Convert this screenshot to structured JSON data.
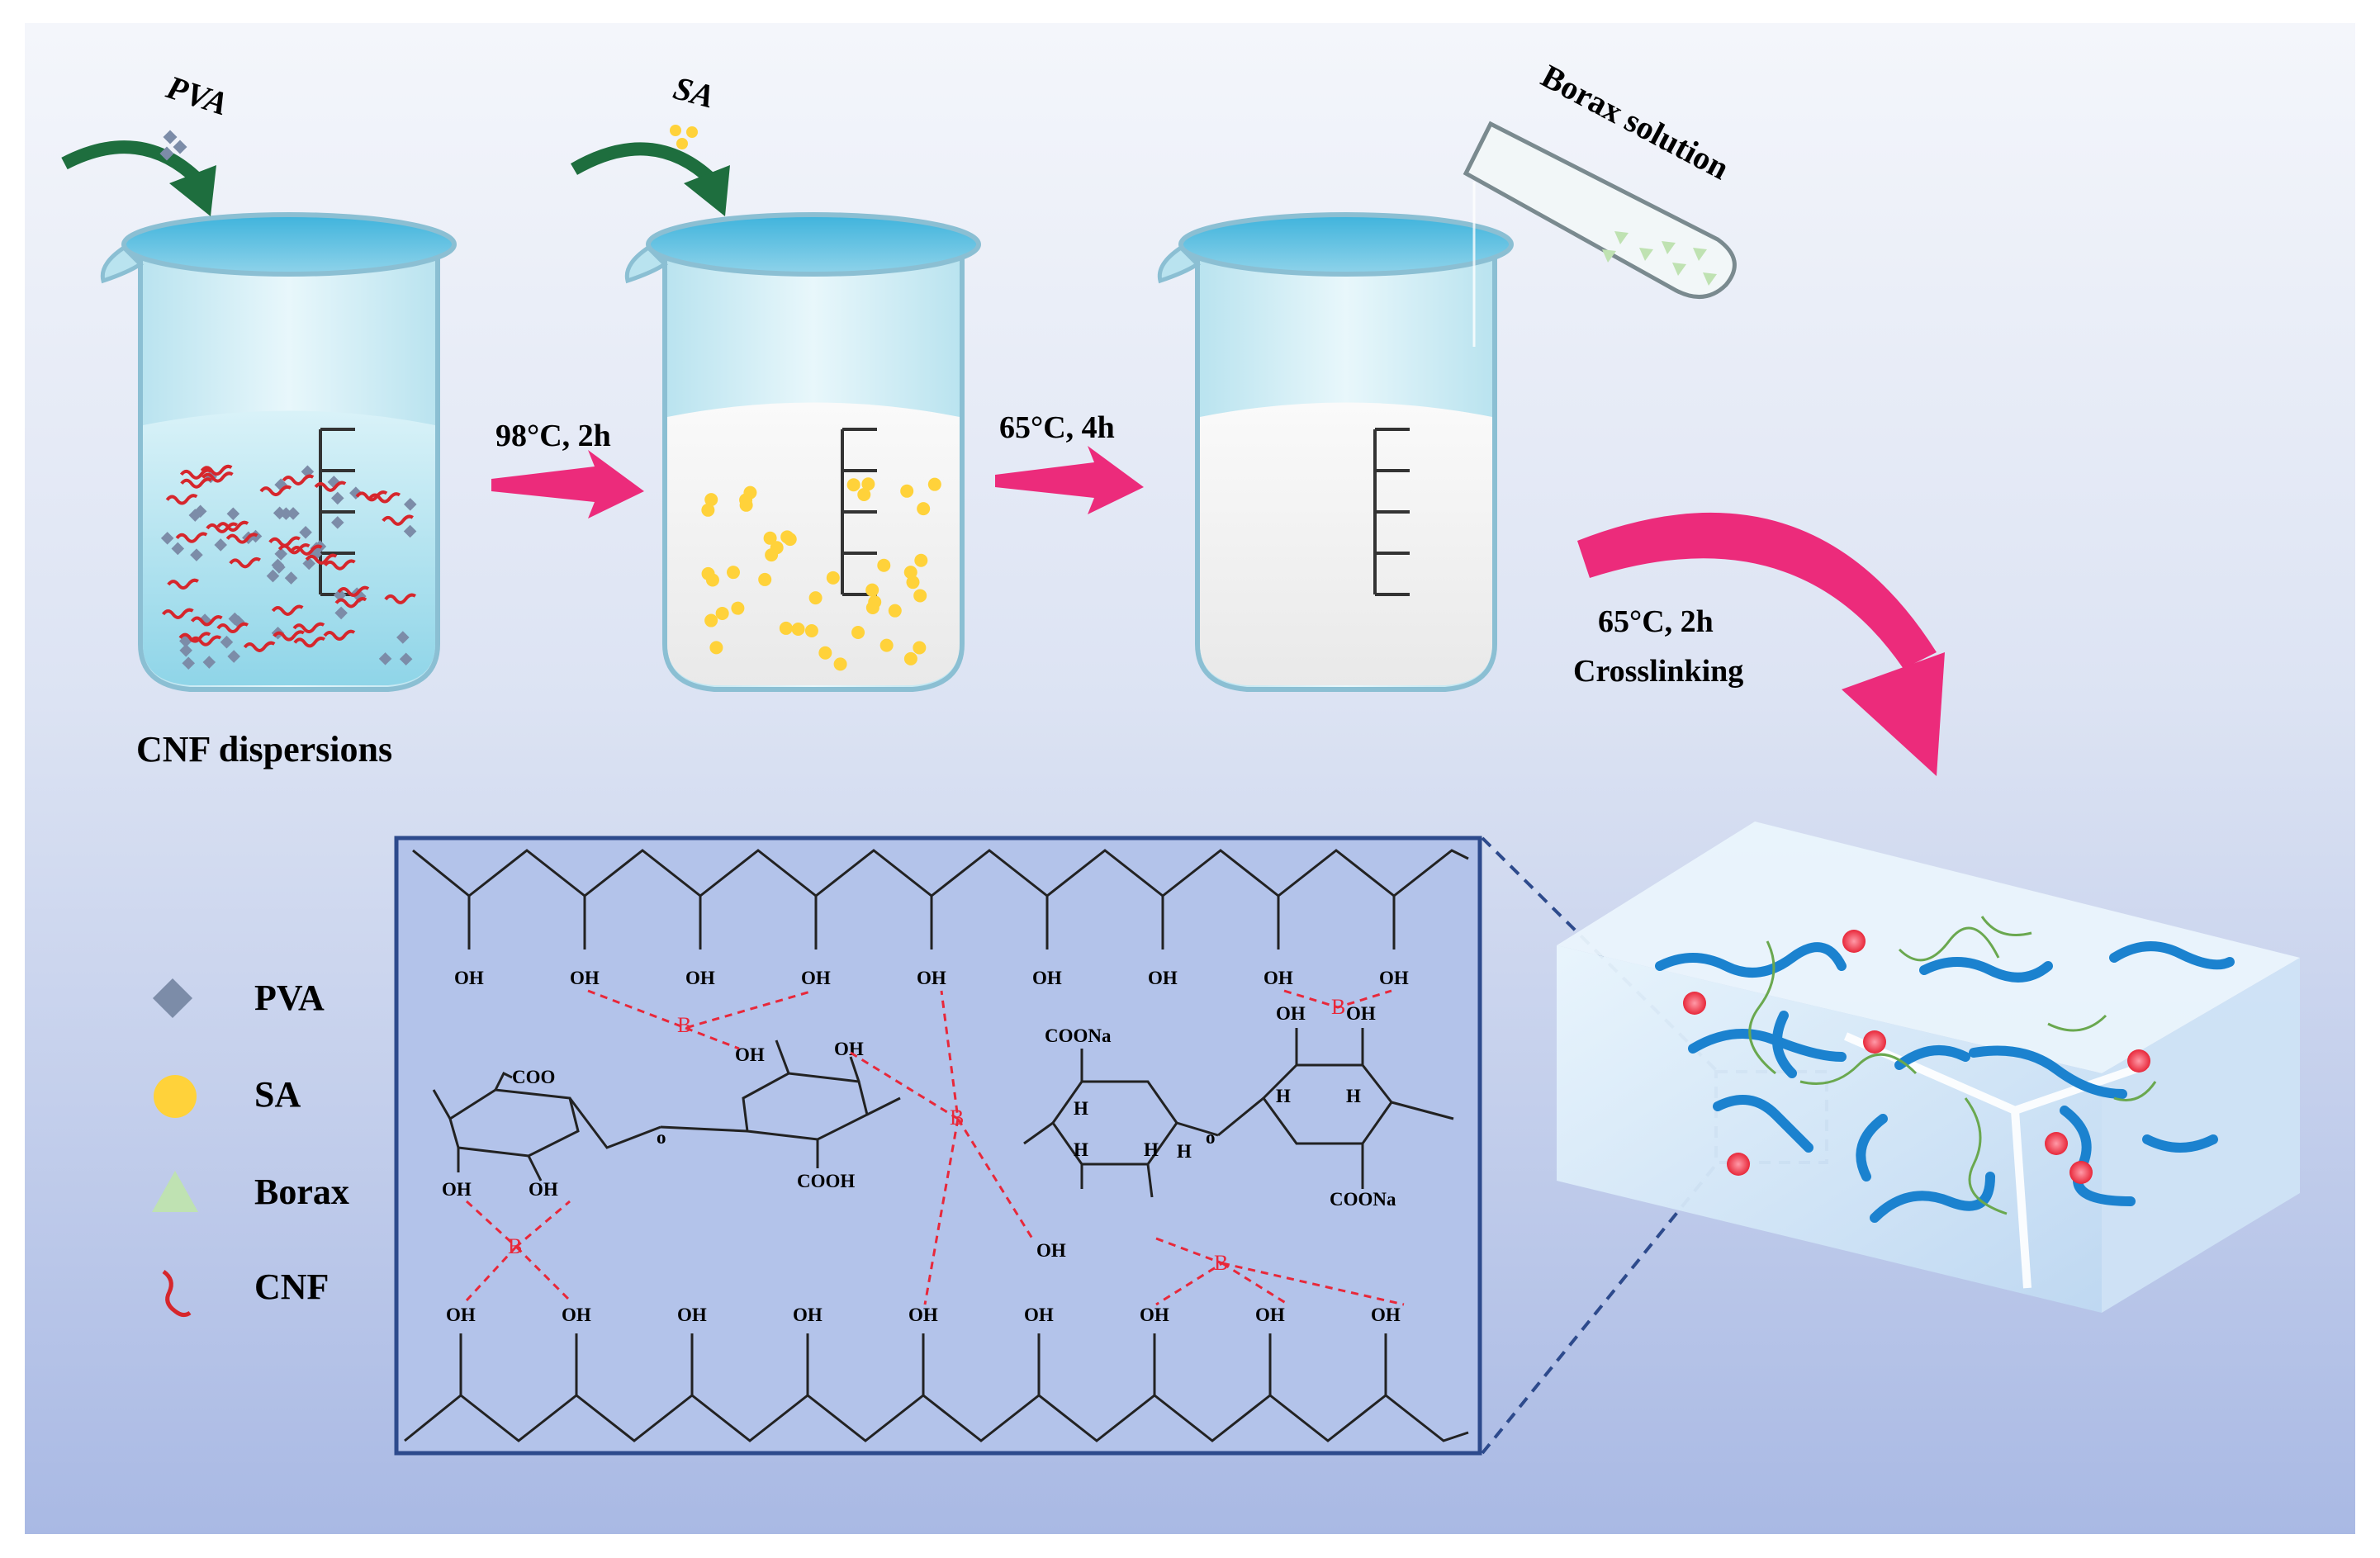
{
  "colors": {
    "background_top": "#eef1f9",
    "background_bottom": "#a9b9e4",
    "arrow_pink": "#ec2b7b",
    "arrow_green": "#1e6e3e",
    "pva": "#7c8ca8",
    "sa": "#ffd23a",
    "borax": "#bfe2b2",
    "cnf": "#d6262c",
    "box_border": "#2d4a8c",
    "bond_red": "#e8283a",
    "fiber_blue": "#1b82cf"
  },
  "additions": {
    "pva": "PVA",
    "sa": "SA",
    "borax": "Borax solution"
  },
  "steps": {
    "step1": "98°C, 2h",
    "step2": "65°C, 4h",
    "step3_line1": "65°C, 2h",
    "step3_line2": "Crosslinking"
  },
  "beaker_caption": "CNF dispersions",
  "legend": [
    {
      "label": "PVA",
      "icon": "diamond-icon"
    },
    {
      "label": "SA",
      "icon": "circle-icon"
    },
    {
      "label": "Borax",
      "icon": "triangle-icon"
    },
    {
      "label": "CNF",
      "icon": "wave-icon"
    }
  ],
  "chem": {
    "oh": "OH",
    "b": "B",
    "h": "H",
    "o": "o",
    "coo_minus": "COO",
    "cooh": "COOH",
    "coona": "COONa"
  }
}
